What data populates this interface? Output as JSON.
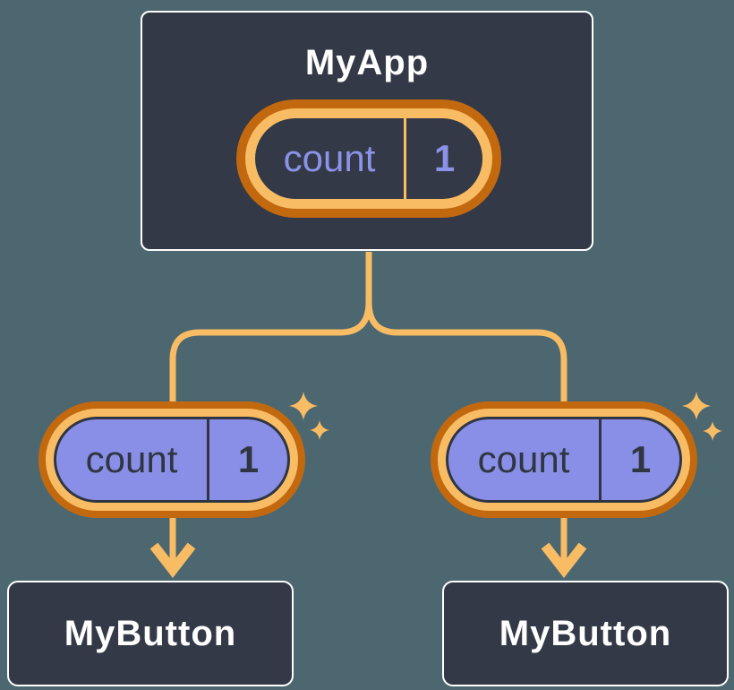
{
  "colors": {
    "background": "#4C6770",
    "node_fill": "#333946",
    "node_border": "#FFFFFF",
    "orange_dark": "#C2680F",
    "orange_light": "#F8BC64",
    "purple_fill": "#898FE6",
    "purple_text": "#8B93E8",
    "dark_text": "#2F3642",
    "title_text": "#FFFFFF"
  },
  "icons": {
    "sparkle": "four-point-sparkle",
    "arrow": "down-arrow"
  },
  "tree": {
    "root": {
      "label": "MyApp",
      "state": {
        "name": "count",
        "value": "1"
      }
    },
    "children": [
      {
        "label": "MyButton",
        "prop": {
          "name": "count",
          "value": "1"
        }
      },
      {
        "label": "MyButton",
        "prop": {
          "name": "count",
          "value": "1"
        }
      }
    ]
  }
}
